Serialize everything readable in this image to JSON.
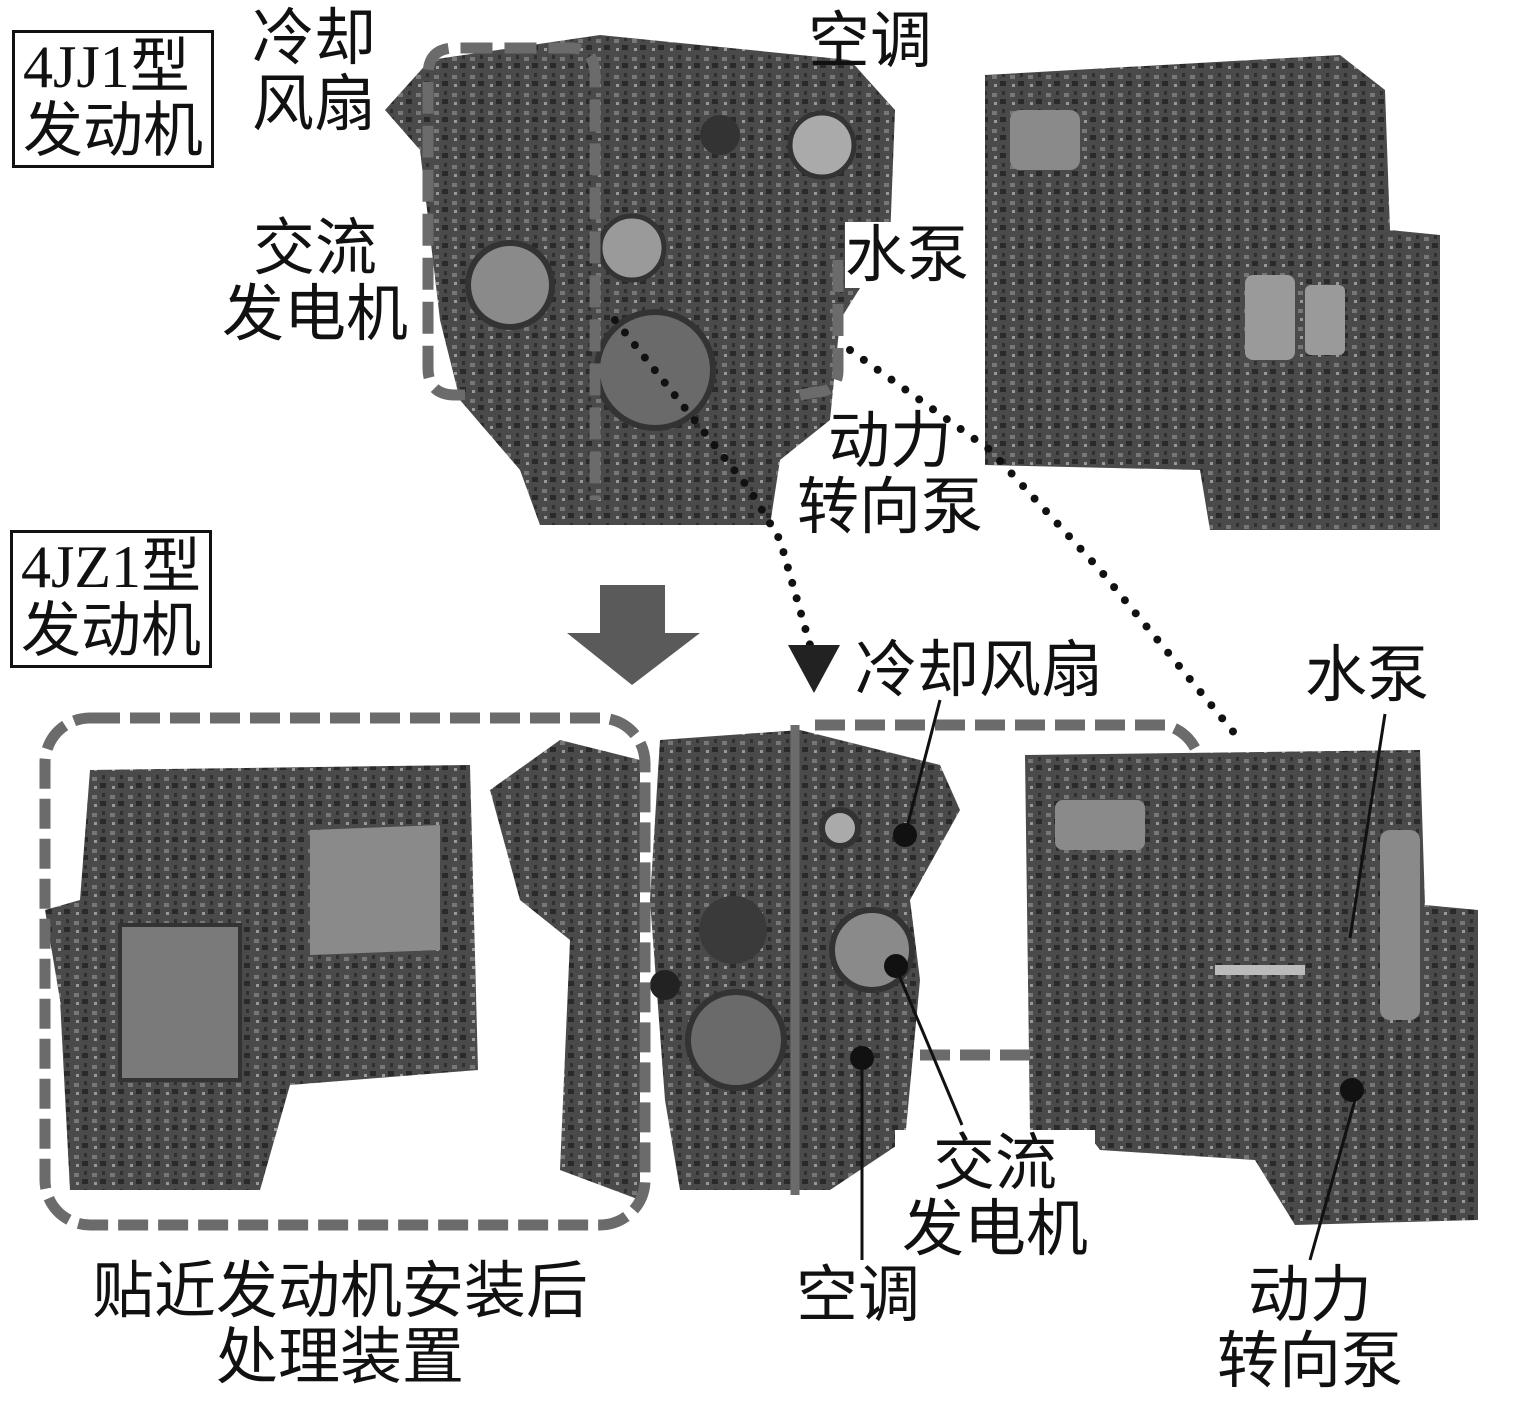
{
  "figure": {
    "top_section": {
      "model_label": "4JJ1型",
      "model_sublabel": "发动机",
      "callouts": {
        "cooling_fan": [
          "冷却",
          "风扇"
        ],
        "air_conditioner": "空调",
        "alternator": [
          "交流",
          "发电机"
        ],
        "water_pump": "水泵",
        "power_steering_pump": [
          "动力",
          "转向泵"
        ]
      }
    },
    "bottom_section": {
      "model_label": "4JZ1型",
      "model_sublabel": "发动机",
      "callouts": {
        "cooling_fan": "冷却风扇",
        "water_pump": "水泵",
        "alternator": [
          "交流",
          "发电机"
        ],
        "air_conditioner": "空调",
        "power_steering_pump": [
          "动力",
          "转向泵"
        ]
      },
      "caption": [
        "贴近发动机安装后",
        "处理装置"
      ]
    },
    "colors": {
      "dashed_outline": "#6b6b6b",
      "dotted_line": "#111111",
      "arrow_fill": "#5a5a5a",
      "engine_dark": "#3a3a3a",
      "engine_mid": "#707070",
      "engine_light": "#9a9a9a",
      "background": "#ffffff"
    }
  }
}
